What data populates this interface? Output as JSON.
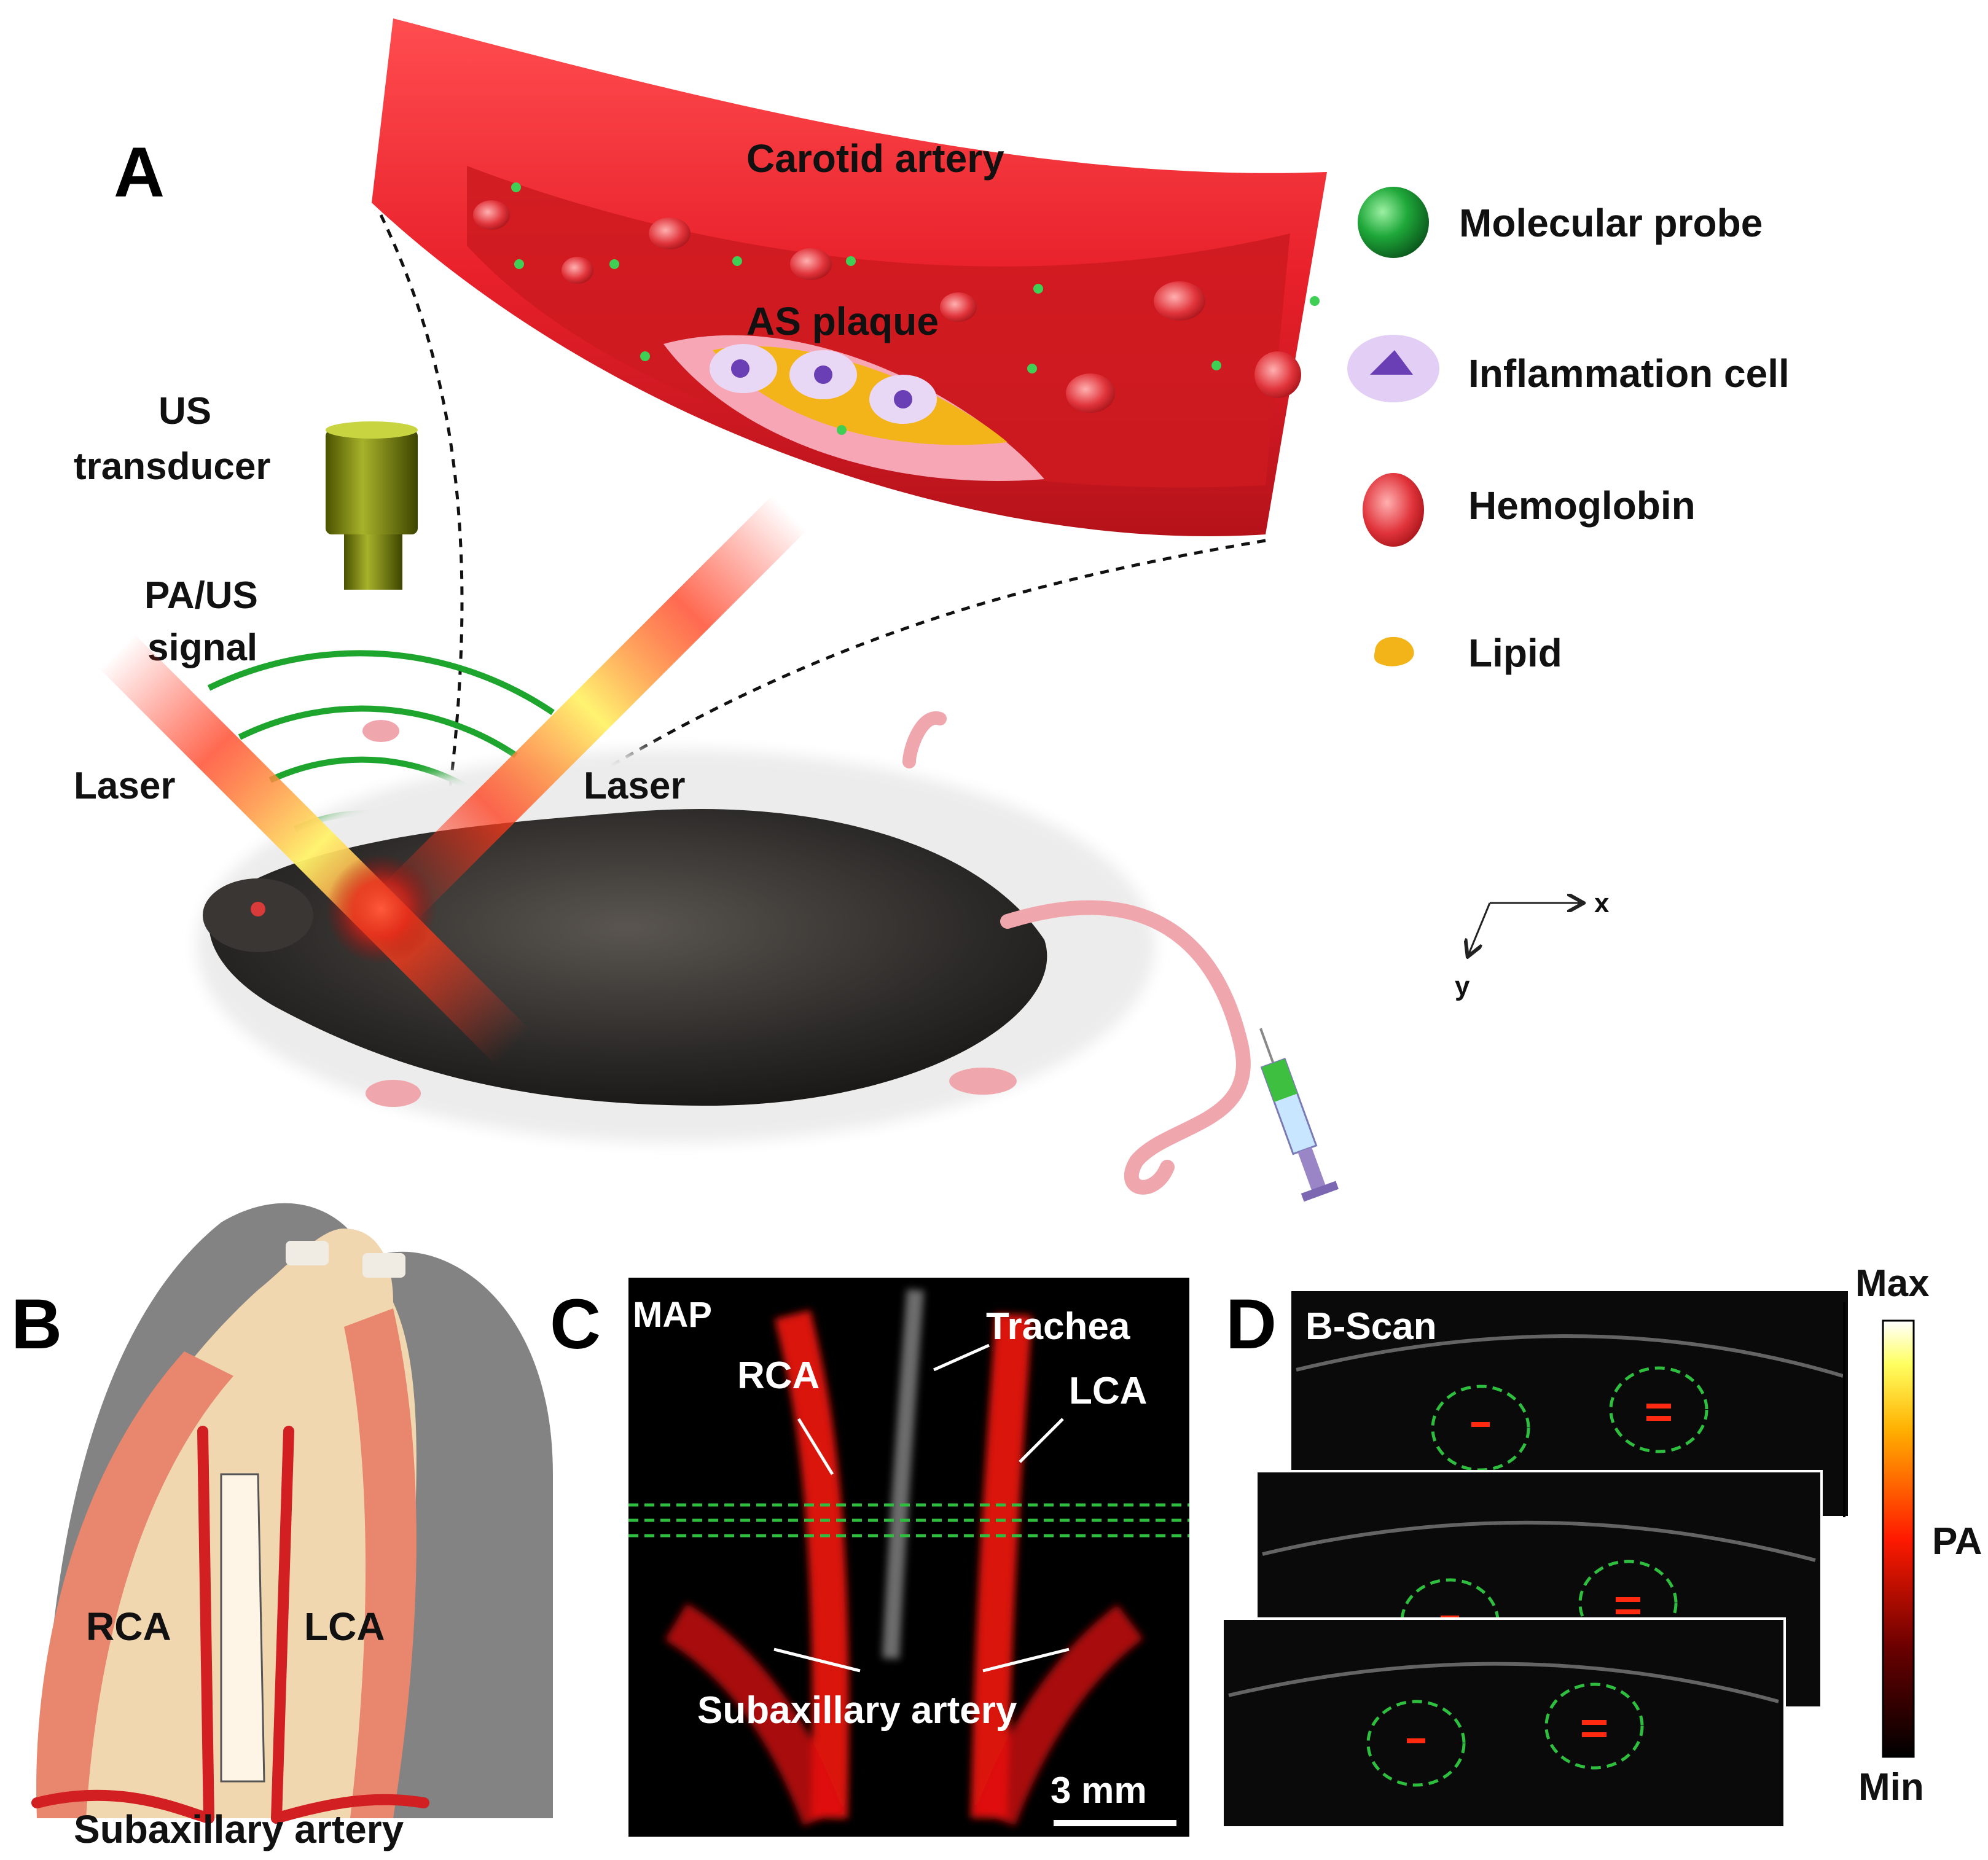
{
  "panel_a": {
    "letter": "A",
    "vessel_title": "Carotid artery",
    "plaque_label": "AS plaque",
    "transducer_line1": "US",
    "transducer_line2": "transducer",
    "signal_line1": "PA/US",
    "signal_line2": "signal",
    "laser_left": "Laser",
    "laser_right": "Laser",
    "axis_x": "x",
    "axis_y": "y",
    "legend": [
      {
        "name": "molecular-probe",
        "label": "Molecular probe",
        "icon": "green-sphere",
        "color": "#1fa83a"
      },
      {
        "name": "inflammation-cell",
        "label": "Inflammation cell",
        "icon": "purple-cell",
        "color": "#9a6fd0"
      },
      {
        "name": "hemoglobin",
        "label": "Hemoglobin",
        "icon": "red-blood-cell",
        "color": "#e0333a"
      },
      {
        "name": "lipid",
        "label": "Lipid",
        "icon": "yellow-blob",
        "color": "#f3b41a"
      }
    ]
  },
  "panel_b": {
    "letter": "B",
    "rca": "RCA",
    "lca": "LCA",
    "subaxillary": "Subaxillary artery"
  },
  "panel_c": {
    "letter": "C",
    "mode": "MAP",
    "trachea": "Trachea",
    "rca": "RCA",
    "lca": "LCA",
    "subaxillary": "Subaxillary artery",
    "scale": "3 mm"
  },
  "panel_d": {
    "letter": "D",
    "mode": "B-Scan",
    "colorbar_max": "Max",
    "colorbar_mid": "PA",
    "colorbar_min": "Min"
  },
  "colors": {
    "artery": "#e8202a",
    "probe": "#1fa83a",
    "laser_core": "#fff36a",
    "laser_edge": "#ff2a1a",
    "scan_circle": "#2fbf3f"
  }
}
